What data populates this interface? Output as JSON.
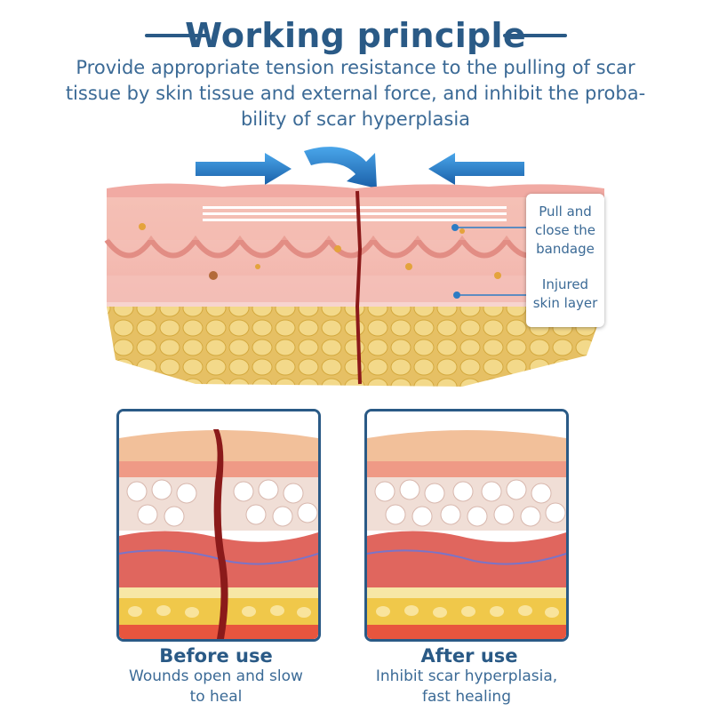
{
  "header": {
    "title": "Working principle",
    "subtitle_lines": [
      "Provide appropriate tension resistance to the pulling of scar",
      "tissue by skin tissue and external force, and inhibit the proba-",
      "bility of scar hyperplasia"
    ]
  },
  "diagram": {
    "callout_top": [
      "Pull and",
      "close the",
      "bandage"
    ],
    "callout_bottom": [
      "Injured",
      "skin layer"
    ],
    "arrow_icons": [
      "arrow-right-icon",
      "curved-arrow-down-icon",
      "arrow-left-icon"
    ]
  },
  "panels": [
    {
      "title": "Before use",
      "desc_lines": [
        "Wounds open and slow",
        "to heal"
      ]
    },
    {
      "title": "After use",
      "desc_lines": [
        "Inhibit scar hyperplasia,",
        "fast healing"
      ]
    }
  ],
  "colors": {
    "accent": "#2a5a86",
    "text": "#3b6a96",
    "wound": "#8b1a1a",
    "fat": "#e8c24a",
    "dermis": "#f0a9a0",
    "muscle": "#d9534f",
    "arrow": "#2d7cc4"
  }
}
